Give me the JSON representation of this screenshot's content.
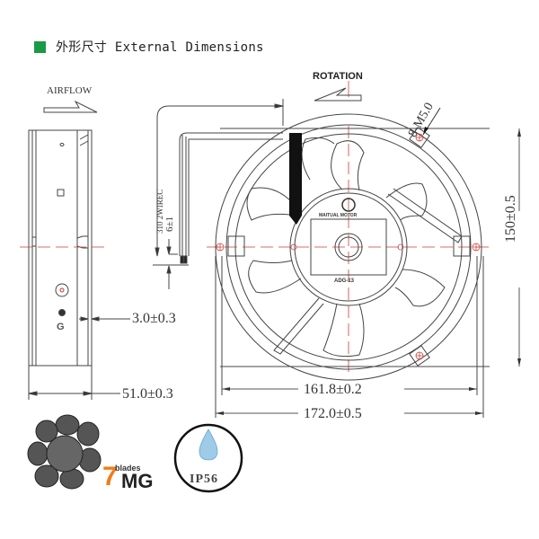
{
  "header": {
    "title": "外形尺寸 External Dimensions",
    "accent_color": "#1a9a45"
  },
  "side_view": {
    "airflow_label": "AIRFLOW",
    "ground_mark": "G",
    "dim_flange": "3.0±0.3",
    "dim_depth": "51.0±0.3"
  },
  "front_view": {
    "rotation_label": "ROTATION",
    "mounting_holes": "8-M5.0",
    "lead_wire": "310  2WIREC",
    "lead_strip": "6±1",
    "brand_label": "MAITUAL MOTOR",
    "model_label": "ADG-13",
    "dim_hole_spacing": "161.8±0.2",
    "dim_width": "172.0±0.5",
    "dim_height": "150±0.5"
  },
  "badges": {
    "blades_count": "7",
    "blades_word": "blades",
    "blades_suffix": "MG",
    "ip_rating": "IP56",
    "blade_color": "#f07d1a"
  }
}
